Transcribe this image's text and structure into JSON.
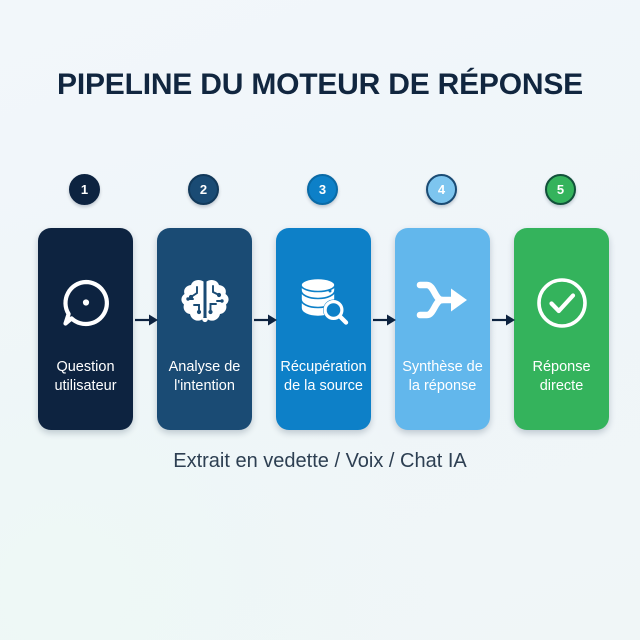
{
  "page": {
    "title": "PIPELINE DU MOTEUR DE RÉPONSE",
    "caption": "Extrait en vedette / Voix / Chat IA",
    "background_color": "#f1f6f8",
    "title_color": "#11263f",
    "caption_color": "#2d3f52"
  },
  "steps": [
    {
      "number": "1",
      "label": "Question\nutilisateur",
      "label_line1": "Question",
      "label_line2": "utilisateur",
      "icon": "speech-bubble-icon",
      "card_color": "#0d2340",
      "badge_color": "#0d2340",
      "badge_border": "#0d2340"
    },
    {
      "number": "2",
      "label": "Analyse de\nl'intention",
      "label_line1": "Analyse de",
      "label_line2": "l'intention",
      "icon": "brain-circuit-icon",
      "card_color": "#1a4b74",
      "badge_color": "#1a4b74",
      "badge_border": "#12395a"
    },
    {
      "number": "3",
      "label": "Récupération\nde la source",
      "label_line1": "Récupération",
      "label_line2": "de la source",
      "icon": "database-search-icon",
      "card_color": "#0d80c8",
      "badge_color": "#0d80c8",
      "badge_border": "#0a6aa6"
    },
    {
      "number": "4",
      "label": "Synthèse de\nla réponse",
      "label_line1": "Synthèse de",
      "label_line2": "la réponse",
      "icon": "merge-arrows-icon",
      "card_color": "#62b7ec",
      "badge_color": "#7dc5ef",
      "badge_border": "#1a4b74"
    },
    {
      "number": "5",
      "label": "Réponse\ndirecte",
      "label_line1": "Réponse",
      "label_line2": "directe",
      "icon": "check-circle-icon",
      "card_color": "#34b35c",
      "badge_color": "#34b35c",
      "badge_border": "#12513a"
    }
  ],
  "arrows": {
    "count": 4,
    "color": "#0d2340",
    "direction": "right"
  }
}
